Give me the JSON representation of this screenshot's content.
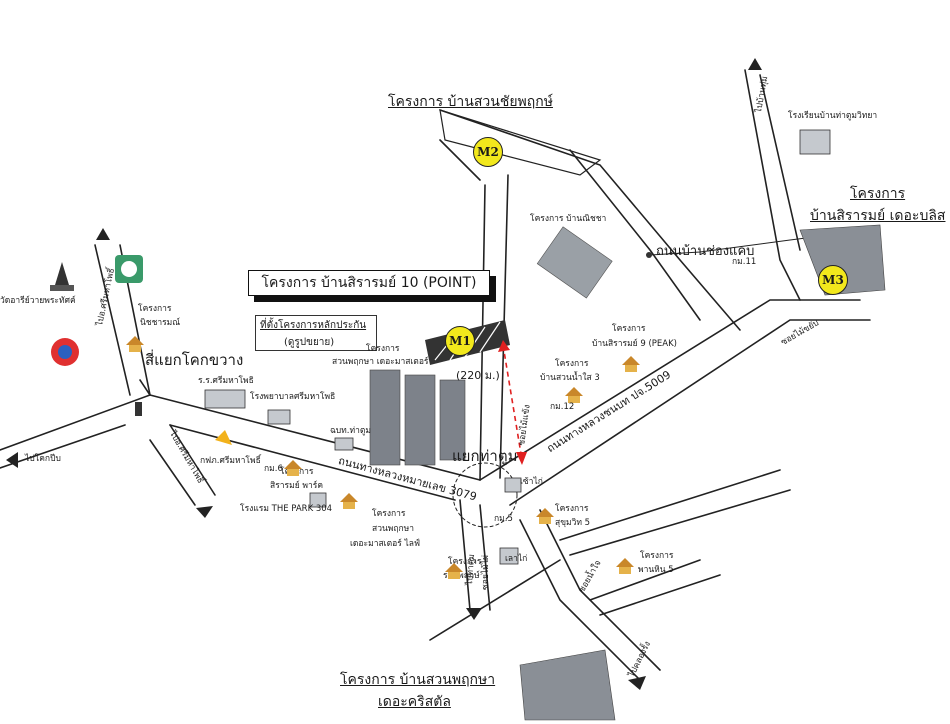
{
  "headings": {
    "top": "โครงการ บ้านสวนชัยพฤกษ์",
    "bottom_1": "โครงการ บ้านสวนพฤกษา",
    "bottom_2": "เดอะคริสตัล",
    "right_1": "โครงการ",
    "right_2": "บ้านสิรารมย์ เดอะบลิส"
  },
  "main_title": "โครงการ บ้านสิรารมย์ 10 (POINT)",
  "collateral_box": {
    "line1": "ที่ตั้งโครงการหลักประกัน",
    "line2": "(ดูรูปขยาย)"
  },
  "markers": {
    "m1": "M1",
    "m2": "M2",
    "m3": "M3"
  },
  "distance": "(220 ม.)",
  "intersections": {
    "kok_kwang": "สี่แยกโคกขวาง",
    "tha_tum": "แยกท่าตูม"
  },
  "roads": {
    "ban_chong_khaep": "ถนนบ้านช่องแคบ",
    "road_3079": "ถนนทางหลวงหมายเลข 3079",
    "road_5009": "ถนนทางหลวงชนบท ปจ.5009",
    "to_sriamahaphot": "ไปอ.ศรีมหาโพธิ์",
    "to_sriamahaphot_2": "ไปอ.ศรีมหาโพธิ์",
    "to_khokpip": "ไปโคกปีบ",
    "to_ban_tha": "ไปบ้านทุ่ม",
    "to_ta_kan": "ไปท่าตูม",
    "to_khlong_rang": "ไปคลองรั้ง",
    "soi_mai_nak": "ซอยไม้แข้ง",
    "soi_ban_nok": "ซอยน้ำใจ",
    "soi_mai_pai": "ซอยไม้ไผ่",
    "soi_right": "ซอยไม้ขยับ"
  },
  "places": {
    "school_tha_tum": "โรงเรียนบ้านท่าตูมวิทยา",
    "proj_ban_nicha": "โครงการ บ้านณิชชา",
    "proj_nicharom_1": "โครงการ",
    "proj_nicharom_2": "นิชชารมณ์",
    "temple": "วัดอารีย์วายพระทัศค์",
    "school_sri": "ร.ร.ศรีมหาโพธิ",
    "hospital": "โรงพยาบาลศรีมหาโพธิ",
    "substation": "ฉบท.ท่าตูม",
    "electric": "กฟภ.ศรีมหาโพธิ์",
    "km5": "กม.5",
    "km6": "กม.6",
    "km11": "กม.11",
    "km12": "กม.12",
    "proj_park_1": "โครงการ",
    "proj_park_2": "สิรารมย์ พาร์ค",
    "hotel": "โรงแรม THE PARK 304",
    "proj_life_1": "โครงการ",
    "proj_life_2": "สวนพฤกษา",
    "proj_life_3": "เดอะมาสเตอร์ ไลฟ์",
    "proj_master_1": "โครงการ",
    "proj_master_2": "สวนพฤกษา เดอะมาสเตอร์",
    "proj_peak_1": "โครงการ",
    "proj_peak_2": "บ้านสิรารมย์ 9 (PEAK)",
    "proj_suanpl_1": "โครงการ",
    "proj_suanpl_2": "บ้านสวนน้ำใส 3",
    "proj_sukhumvit_1": "โครงการ",
    "proj_sukhumvit_2": "สุขุมวิท 5",
    "proj_rachaphruek_1": "โครงการ",
    "proj_rachaphruek_2": "ราชพฤกษ์",
    "proj_phanhin_1": "โครงการ",
    "proj_phanhin_2": "พานหิน 5",
    "seven_1": "เซ้าไก่",
    "seven_2": "เลาไก่"
  },
  "colors": {
    "marker": "#f2e81c",
    "distance_line": "#e02020",
    "road": "#222222",
    "house_icon": "#c9872a",
    "building": "#8a8f96"
  }
}
